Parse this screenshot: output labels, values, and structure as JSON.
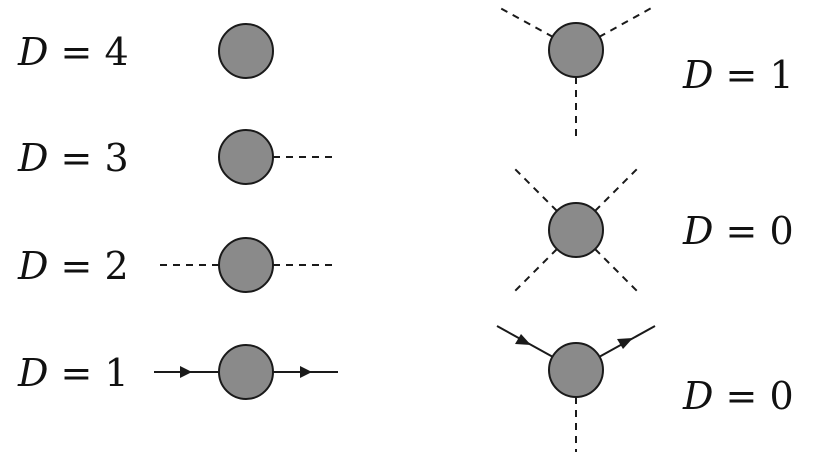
{
  "colors": {
    "blob_fill": "#8a8a8a",
    "line": "#1a1a1a",
    "background": "#ffffff"
  },
  "diagrams": [
    {
      "label_var": "D",
      "label_rest": " = 4",
      "legs": "none"
    },
    {
      "label_var": "D",
      "label_rest": " = 3",
      "legs": "one dashed (right)"
    },
    {
      "label_var": "D",
      "label_rest": " = 2",
      "legs": "two dashed (left, right)"
    },
    {
      "label_var": "D",
      "label_rest": " = 1",
      "legs": "two solid with arrows (left, right)"
    },
    {
      "label_var": "D",
      "label_rest": " = 1",
      "legs": "three dashed (upper-left, upper-right, down)"
    },
    {
      "label_var": "D",
      "label_rest": " = 0",
      "legs": "four dashed (X shape)"
    },
    {
      "label_var": "D",
      "label_rest": " = 0",
      "legs": "two solid with arrows (upper) and one dashed (down)"
    }
  ]
}
